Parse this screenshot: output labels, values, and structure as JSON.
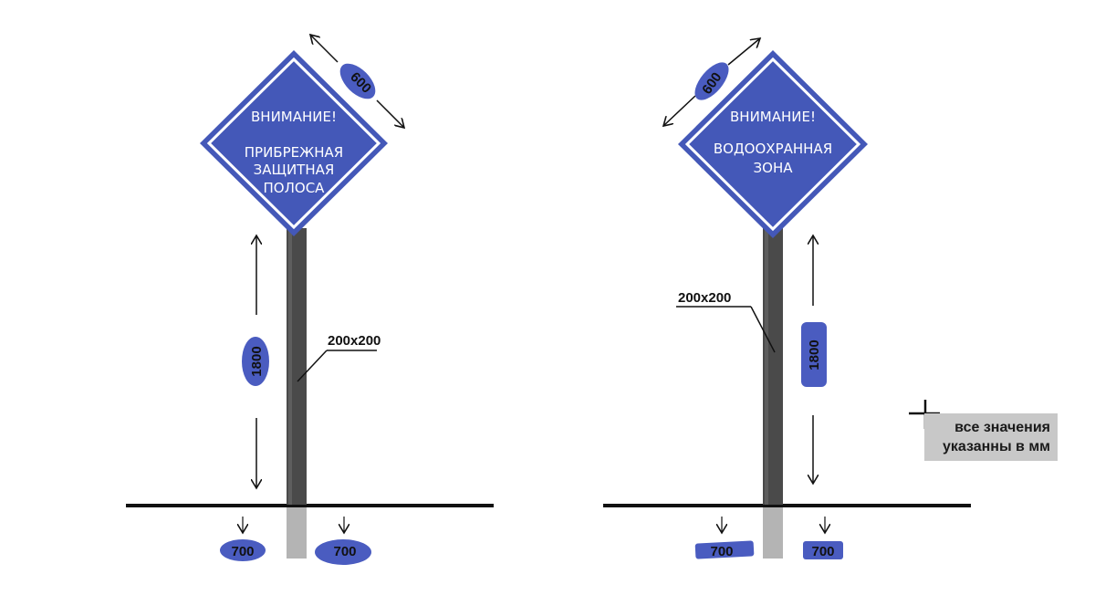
{
  "left_sign": {
    "lines": [
      "ВНИМАНИЕ!",
      "",
      "ПРИБРЕЖНАЯ",
      "ЗАЩИТНАЯ",
      "ПОЛОСА"
    ],
    "dimension_side": "600",
    "dimension_height": "1800",
    "dimension_post": "200x200",
    "dimension_depth_left": "700",
    "dimension_depth_right": "700"
  },
  "right_sign": {
    "lines": [
      "ВНИМАНИЕ!",
      "",
      "ВОДООХРАННАЯ",
      "ЗОНА"
    ],
    "dimension_side": "600",
    "dimension_height": "1800",
    "dimension_post": "200x200",
    "dimension_depth_left": "700",
    "dimension_depth_right": "700"
  },
  "note": {
    "line1": "все значения",
    "line2": "указанны в мм"
  },
  "colors": {
    "sign_blue": "#4458b8",
    "marker_blue": "#4a5cc0",
    "post_dark": "#4a4a4a",
    "post_underground": "#b4b4b4",
    "ground": "#111111",
    "note_bg": "#c8c8c8"
  }
}
